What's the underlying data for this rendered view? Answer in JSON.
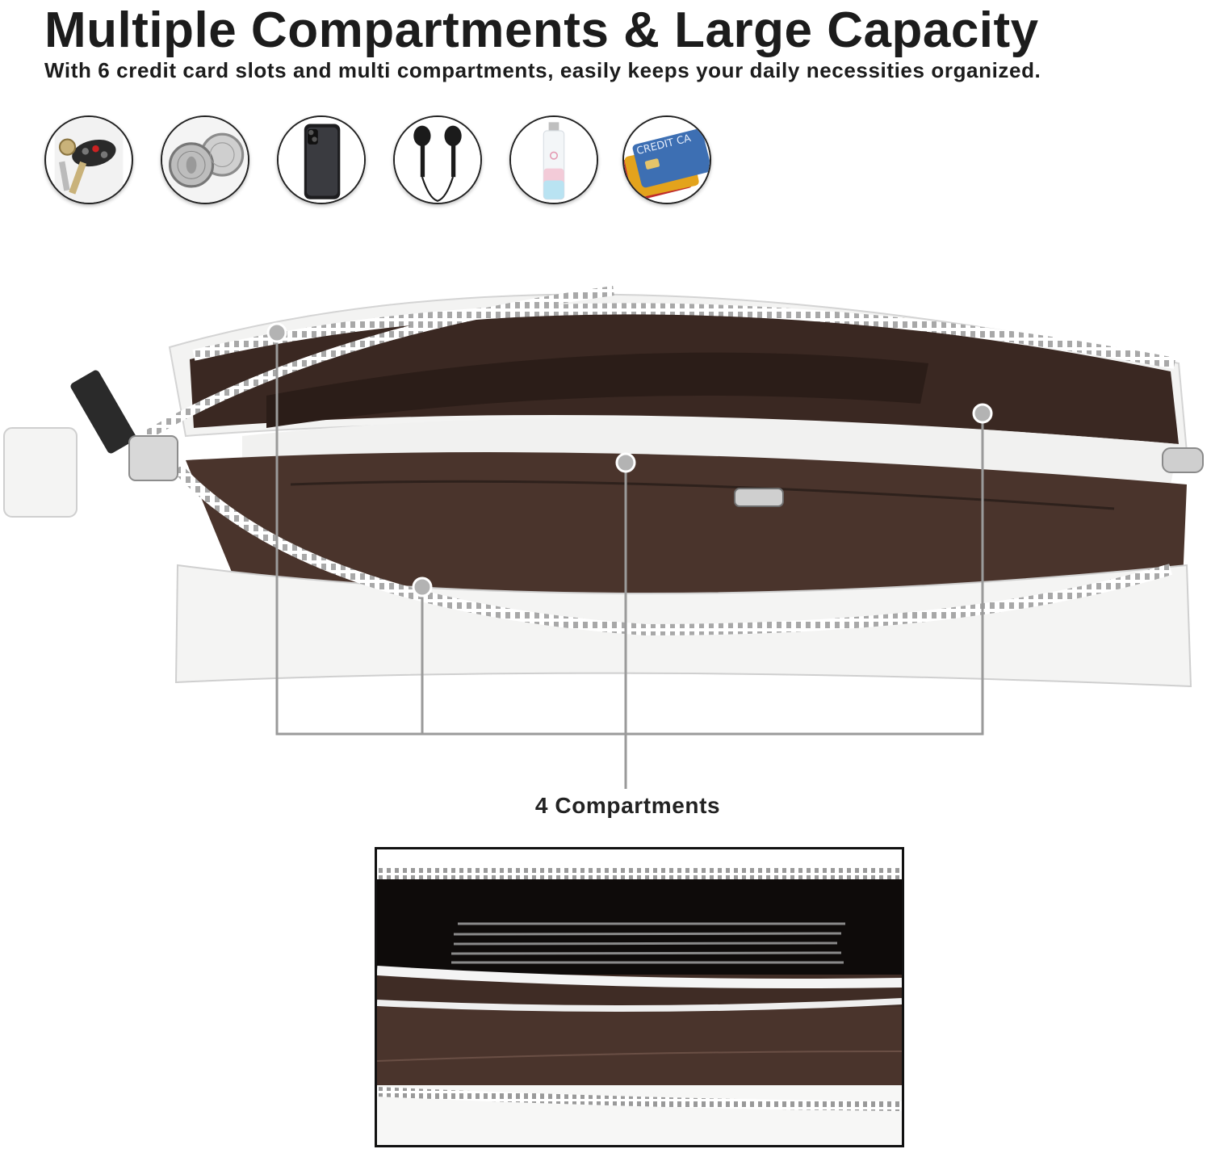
{
  "header": {
    "title": "Multiple Compartments & Large Capacity",
    "subtitle": "With 6 credit card slots and multi compartments, easily keeps your daily necessities organized."
  },
  "icons": [
    {
      "name": "car-keys-icon"
    },
    {
      "name": "coins-icon"
    },
    {
      "name": "smartphone-icon"
    },
    {
      "name": "earphones-icon"
    },
    {
      "name": "spray-bottle-icon"
    },
    {
      "name": "credit-cards-icon",
      "label": "CREDIT CA"
    }
  ],
  "callout": {
    "label": "4 Compartments",
    "count": 4
  },
  "colors": {
    "lining": "#4a342c",
    "leather": "#f4f4f3",
    "zipper": "#b9b9b9",
    "callout_line": "#9a9a9a"
  }
}
